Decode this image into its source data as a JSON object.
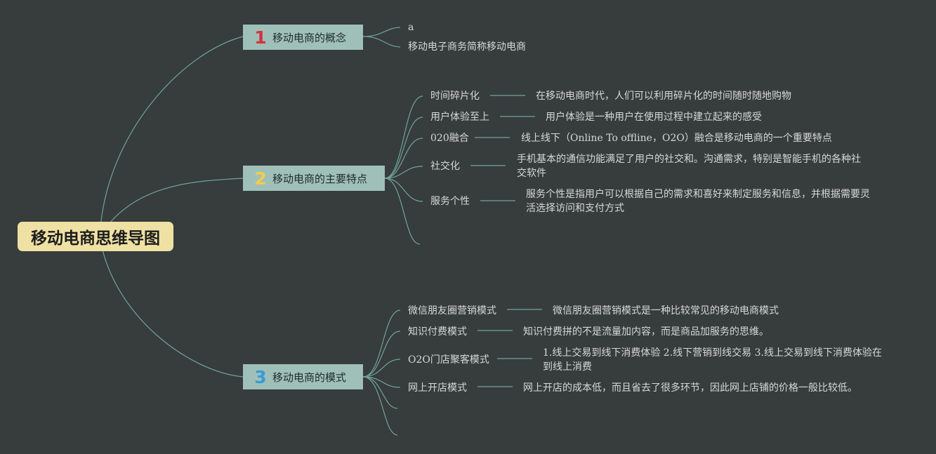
{
  "colors": {
    "background": "#373c3d",
    "connector": "#6fa596",
    "root_fill": "#efe1a3",
    "branch_fill": "#9fc0b8",
    "badge_1": "#d7313e",
    "badge_2": "#f0cd4c",
    "badge_3": "#3a9ad9"
  },
  "root": {
    "label": "移动电商思维导图"
  },
  "branches": [
    {
      "badge": "1",
      "label": "移动电商的概念",
      "children": [
        {
          "label": "a"
        },
        {
          "label": "移动电子商务简称移动电商"
        }
      ]
    },
    {
      "badge": "2",
      "label": "移动电商的主要特点",
      "children": [
        {
          "label": "时间碎片化",
          "detail": "在移动电商时代，人们可以利用碎片化的时间随时随地购物"
        },
        {
          "label": "用户体验至上",
          "detail": "用户体验是一种用户在使用过程中建立起来的感受"
        },
        {
          "label": "020融合",
          "detail": "线上线下（Online To offline，O2O）融合是移动电商的一个重要特点"
        },
        {
          "label": "社交化",
          "detail": "手机基本的通信功能满足了用户的社交和。沟通需求，特别是智能手机的各种社交软件"
        },
        {
          "label": "服务个性",
          "detail": "服务个性是指用户可以根据自己的需求和喜好来制定服务和信息，并根据需要灵活选择访问和支付方式"
        }
      ]
    },
    {
      "badge": "3",
      "label": "移动电商的模式",
      "children": [
        {
          "label": "微信朋友圈营销模式",
          "detail": "微信朋友圈营销模式是一种比较常见的移动电商模式"
        },
        {
          "label": "知识付费模式",
          "detail": "知识付费拼的不是流量加内容，而是商品加服务的思维。"
        },
        {
          "label": "O2O门店聚客模式",
          "detail": "1.线上交易到线下消费体验 2.线下营销到线交易 3.线上交易到线下消费体验在到线上消费"
        },
        {
          "label": "网上开店模式",
          "detail": "网上开店的成本低，而且省去了很多环节，因此网上店铺的价格一般比较低。"
        }
      ]
    }
  ]
}
